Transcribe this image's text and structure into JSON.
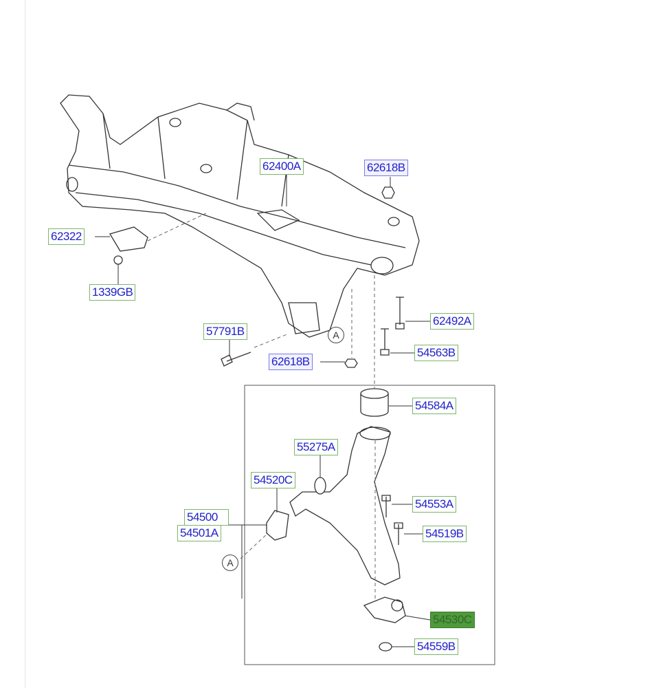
{
  "parts": [
    {
      "id": "p62400A",
      "label": "62400A",
      "style": "green"
    },
    {
      "id": "p62618B_top",
      "label": "62618B",
      "style": "blue"
    },
    {
      "id": "p62322",
      "label": "62322",
      "style": "green"
    },
    {
      "id": "p1339GB",
      "label": "1339GB",
      "style": "green"
    },
    {
      "id": "p57791B",
      "label": "57791B",
      "style": "green"
    },
    {
      "id": "p62492A",
      "label": "62492A",
      "style": "green"
    },
    {
      "id": "p54563B",
      "label": "54563B",
      "style": "green"
    },
    {
      "id": "p62618B_bottom",
      "label": "62618B",
      "style": "blue"
    },
    {
      "id": "p54584A",
      "label": "54584A",
      "style": "green"
    },
    {
      "id": "p55275A",
      "label": "55275A",
      "style": "green"
    },
    {
      "id": "p54520C",
      "label": "54520C",
      "style": "green"
    },
    {
      "id": "p54500",
      "label": "54500",
      "style": "green"
    },
    {
      "id": "p54501A",
      "label": "54501A",
      "style": "green"
    },
    {
      "id": "p54553A",
      "label": "54553A",
      "style": "green"
    },
    {
      "id": "p54519B",
      "label": "54519B",
      "style": "green"
    },
    {
      "id": "p54530C",
      "label": "54530C",
      "style": "selected"
    },
    {
      "id": "p54559B",
      "label": "54559B",
      "style": "green"
    }
  ],
  "callouts": {
    "a1": "A",
    "a2": "A"
  },
  "colors": {
    "label_text": "#2222c8",
    "green_border": "#7cb56a",
    "blue_border": "#7a7ae6",
    "selected_fill": "#4f9a3c"
  }
}
